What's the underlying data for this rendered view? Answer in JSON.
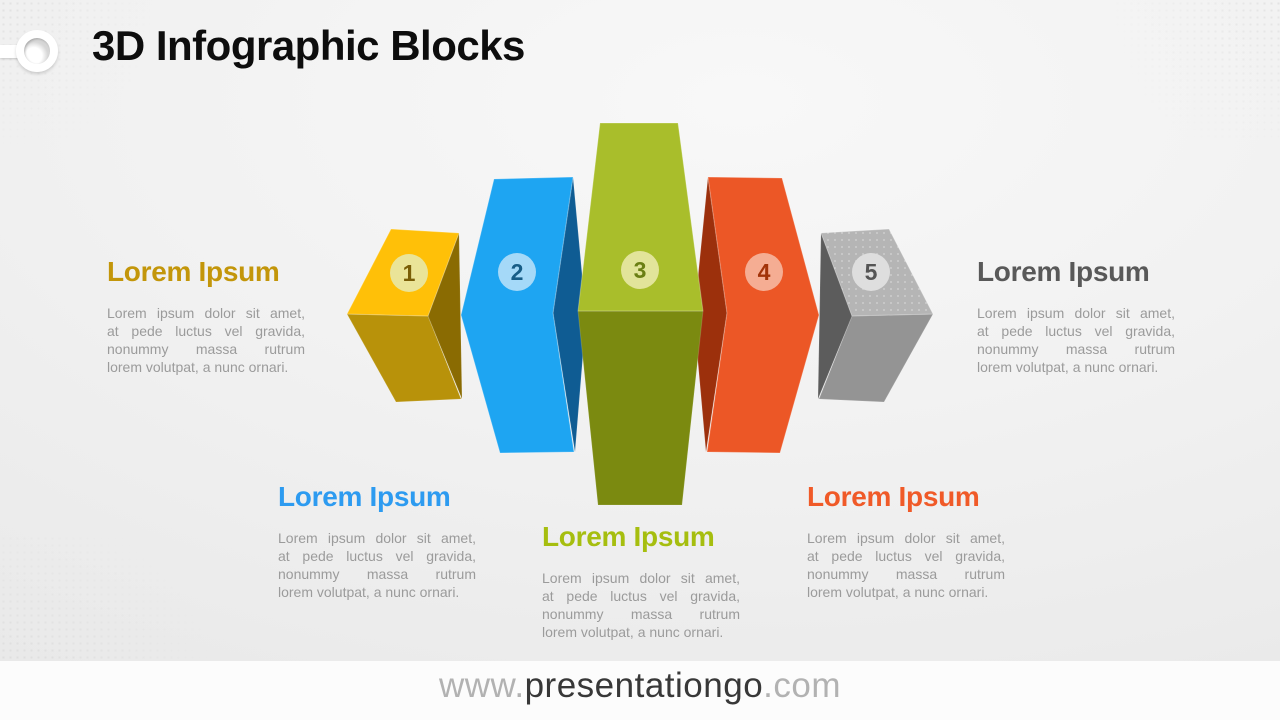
{
  "slide": {
    "title": "3D Infographic Blocks",
    "title_color": "#0d0d0d"
  },
  "footer": {
    "prefix": "www.",
    "brand": "presentationgo",
    "suffix": ".com",
    "light_color": "#b2b2b2",
    "dark_color": "#383838"
  },
  "shared_body": {
    "line1": "Lorem ipsum dolor sit amet,",
    "line2": "at pede luctus vel gravida,",
    "line3": "nonummy massa rutrum",
    "line4": "lorem volutpat, a nunc ornari.",
    "text_color": "#9b9b9b"
  },
  "callouts": [
    {
      "position": "left",
      "heading": "Lorem Ipsum",
      "heading_color": "#c3960a"
    },
    {
      "position": "bottom-left",
      "heading": "Lorem Ipsum",
      "heading_color": "#2d9bf0"
    },
    {
      "position": "bottom-center",
      "heading": "Lorem Ipsum",
      "heading_color": "#a6be0f"
    },
    {
      "position": "bottom-right",
      "heading": "Lorem Ipsum",
      "heading_color": "#f05a28"
    },
    {
      "position": "right",
      "heading": "Lorem Ipsum",
      "heading_color": "#595959"
    }
  ],
  "blocks": [
    {
      "number": "1",
      "front": "#ffc008",
      "shade": "#b8920a",
      "side": "#8a6b02",
      "badge_fill": "#eae498",
      "number_color": "#7a5e06"
    },
    {
      "number": "2",
      "front": "#1ea5f2",
      "side": "#0f5c93",
      "badge_fill": "#a5d9f8",
      "number_color": "#175d87"
    },
    {
      "number": "3",
      "front": "#a9be2b",
      "shade": "#7b8a10",
      "badge_fill": "#e2e49a",
      "number_color": "#6b7f14"
    },
    {
      "number": "4",
      "front": "#ec5726",
      "side": "#9c300c",
      "badge_fill": "#f5ad93",
      "number_color": "#a23309"
    },
    {
      "number": "5",
      "front": "#b5b5b5",
      "shade": "#949494",
      "side": "#5c5c5c",
      "badge_fill": "#dedede",
      "number_color": "#555555"
    }
  ]
}
